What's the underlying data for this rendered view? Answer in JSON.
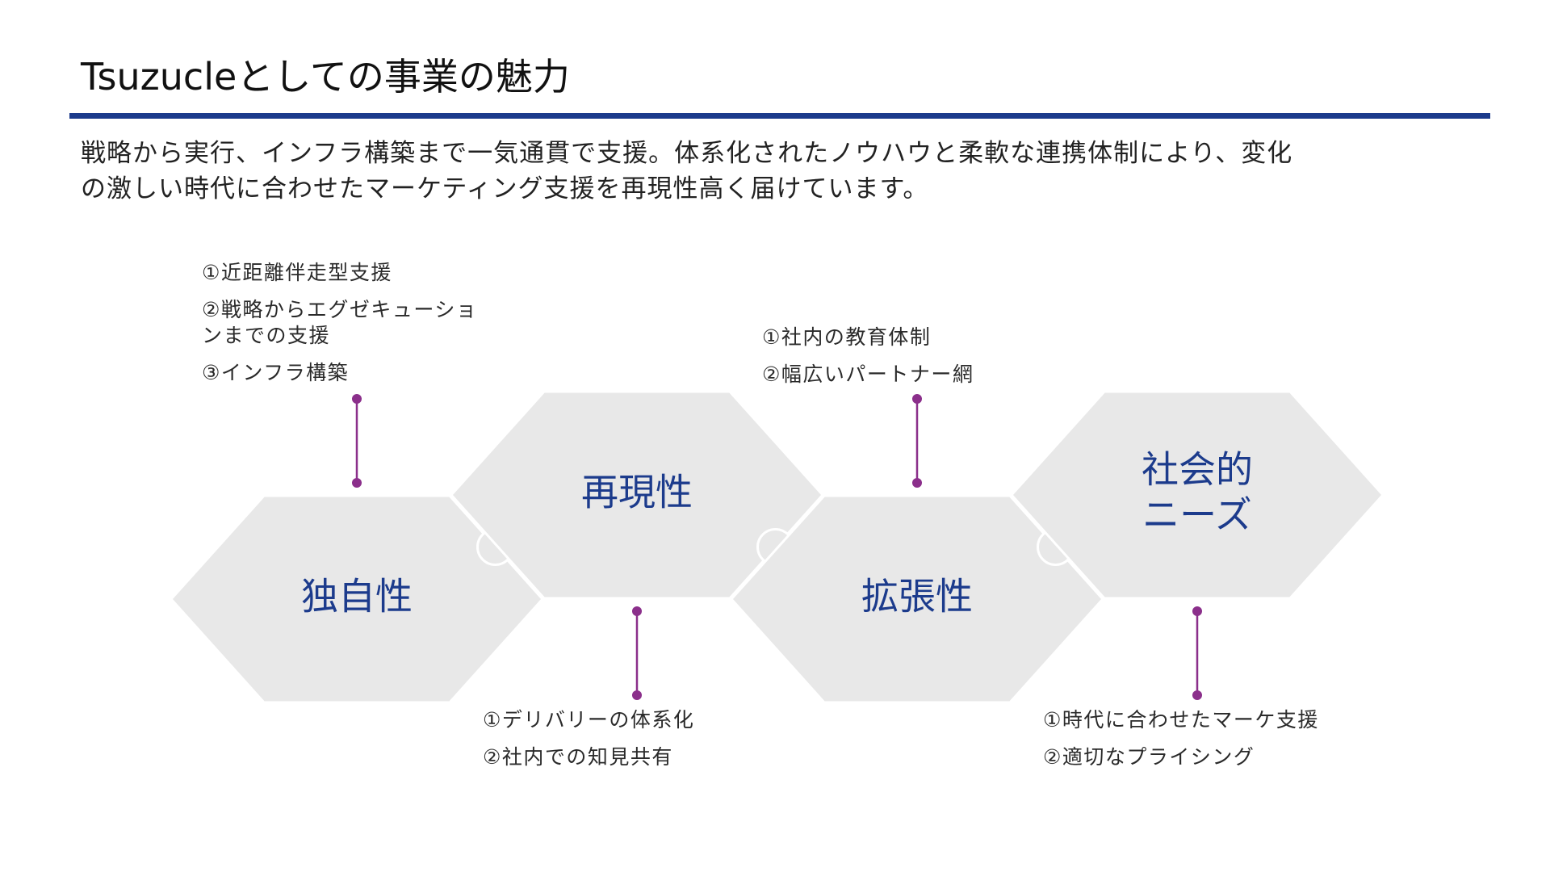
{
  "header": {
    "title": "Tsuzucleとしての事業の魅力",
    "rule_color": "#1c3b8c",
    "description": [
      "戦略から実行、インフラ構築まで一気通貫で支援。体系化されたノウハウと柔軟な連携体制により、変化",
      "の激しい時代に合わせたマーケティング支援を再現性高く届けています。"
    ]
  },
  "colors": {
    "hex_fill": "#e8e8e8",
    "label_text": "#1c3b8c",
    "connector": "#8b2f8b"
  },
  "pillars": [
    {
      "label_lines": [
        "独自性"
      ],
      "notes": [
        [
          "①近距離伴走型支援"
        ],
        [
          "②戦略からエグゼキューショ",
          "ンまでの支援"
        ],
        [
          "③インフラ構築"
        ]
      ]
    },
    {
      "label_lines": [
        "再現性"
      ],
      "notes": [
        [
          "①デリバリーの体系化"
        ],
        [
          "②社内での知見共有"
        ]
      ]
    },
    {
      "label_lines": [
        "拡張性"
      ],
      "notes": [
        [
          "①社内の教育体制"
        ],
        [
          "②幅広いパートナー網"
        ]
      ]
    },
    {
      "label_lines": [
        "社会的",
        "ニーズ"
      ],
      "notes": [
        [
          "①時代に合わせたマーケ支援"
        ],
        [
          "②適切なプライシング"
        ]
      ]
    }
  ]
}
